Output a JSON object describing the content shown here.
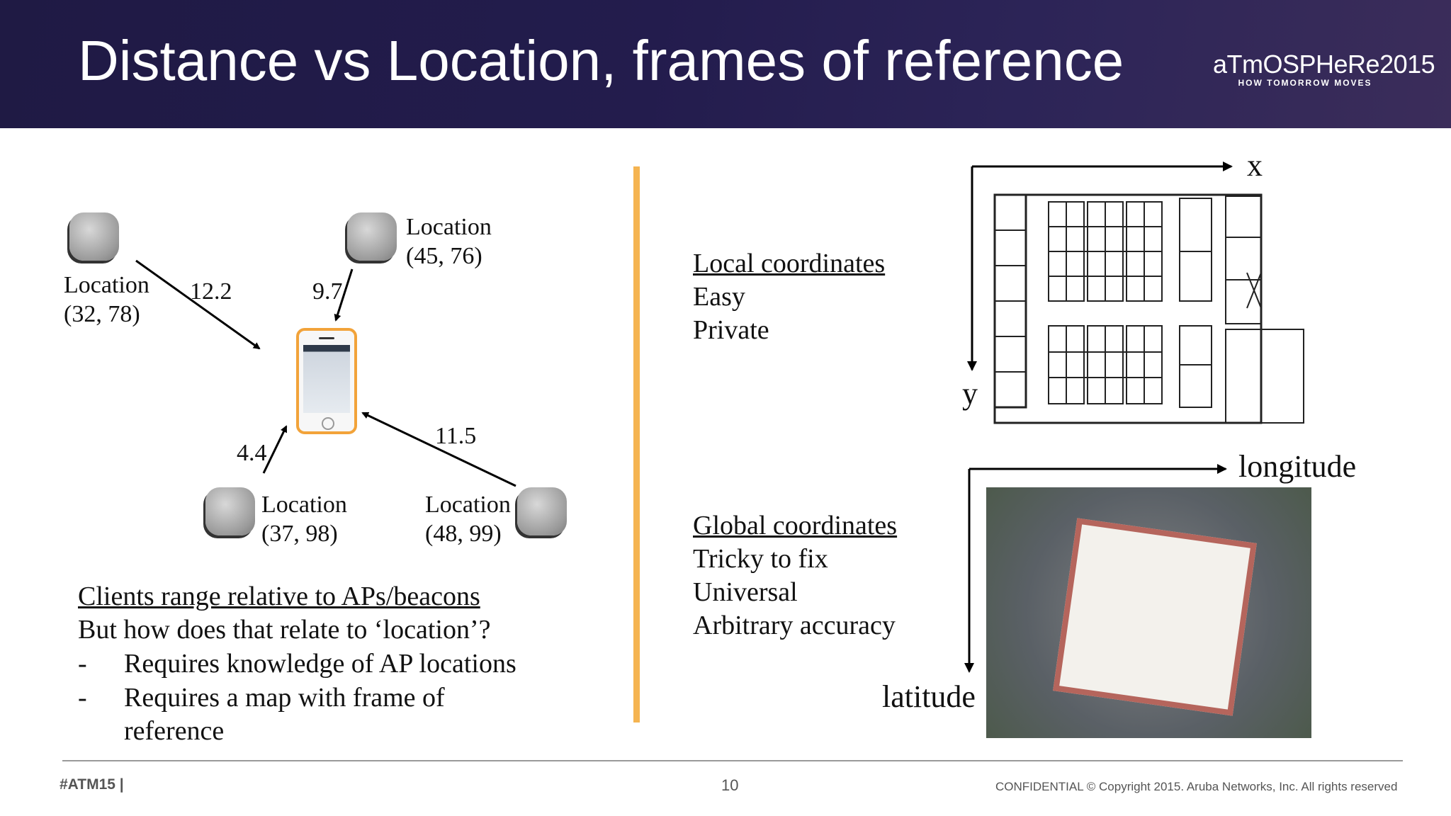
{
  "slide": {
    "title": "Distance vs Location, frames of reference",
    "brand_name": "aTmOSPHeRe2015",
    "brand_tagline": "HOW TOMORROW MOVES"
  },
  "ranging_diagram": {
    "aps": [
      {
        "label": "Location",
        "coords": "(32, 78)",
        "distance": "12.2"
      },
      {
        "label": "Location",
        "coords": "(45, 76)",
        "distance": "9.7"
      },
      {
        "label": "Location",
        "coords": "(37, 98)",
        "distance": "4.4"
      },
      {
        "label": "Location",
        "coords": "(48, 99)",
        "distance": "11.5"
      }
    ]
  },
  "left_text": {
    "heading": "Clients range relative to APs/beacons",
    "line": "But how does that relate to ‘location’?",
    "bullets": [
      {
        "dash": "-",
        "text": "Requires knowledge of AP locations"
      },
      {
        "dash": "-",
        "text": "Requires a map with frame of",
        "cont": "reference"
      }
    ]
  },
  "local": {
    "heading": "Local coordinates",
    "items": [
      "Easy",
      "Private"
    ],
    "x_axis": "x",
    "y_axis": "y"
  },
  "global": {
    "heading": "Global coordinates",
    "items": [
      "Tricky to fix",
      "Universal",
      "Arbitrary accuracy"
    ],
    "x_axis": "longitude",
    "y_axis": "latitude"
  },
  "footer": {
    "hashtag": "#ATM15 |",
    "page": "10",
    "copyright": "CONFIDENTIAL © Copyright 2015. Aruba Networks, Inc. All rights reserved"
  },
  "colors": {
    "header": "#231c4d",
    "accent_divider": "#f5b451",
    "phone_frame": "#f2a33a"
  }
}
